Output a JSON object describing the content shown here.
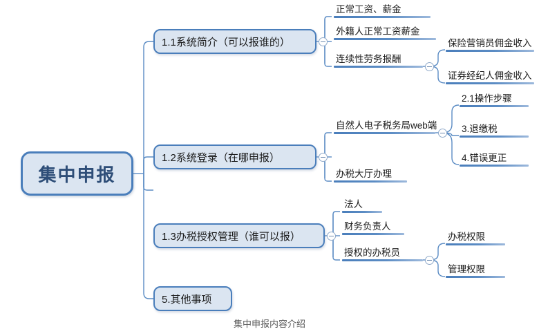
{
  "diagram": {
    "type": "mind-map",
    "caption": "集中申报内容介绍",
    "colors": {
      "node_fill": "#dbe5f1",
      "node_border": "#4a7ebb",
      "root_text": "#2e4e78",
      "link": "#4a7ebb",
      "caption_text": "#585858",
      "toggle_border": "#8fa9c9"
    },
    "root": {
      "label": "集中申报"
    },
    "branches": [
      {
        "label": "1.1系统简介（可以报谁的）",
        "collapse_icon": "collapse-minus-icon",
        "children": [
          {
            "label": "正常工资、薪金"
          },
          {
            "label": "外籍人正常工资薪金"
          },
          {
            "label": "连续性劳务报酬",
            "collapse_icon": "collapse-minus-icon",
            "children": [
              {
                "label": "保险营销员佣金收入"
              },
              {
                "label": "证券经纪人佣金收入"
              }
            ]
          }
        ]
      },
      {
        "label": "1.2系统登录（在哪申报）",
        "collapse_icon": "collapse-minus-icon",
        "children": [
          {
            "label": "自然人电子税务局web端",
            "collapse_icon": "collapse-minus-icon",
            "children": [
              {
                "label": "2.1操作步骤"
              },
              {
                "label": "3.退缴税"
              },
              {
                "label": "4.错误更正"
              }
            ]
          },
          {
            "label": "办税大厅办理"
          }
        ]
      },
      {
        "label": "1.3办税授权管理（谁可以报）",
        "collapse_icon": "collapse-minus-icon",
        "children": [
          {
            "label": "法人"
          },
          {
            "label": "财务负责人"
          },
          {
            "label": "授权的办税员",
            "collapse_icon": "collapse-minus-icon",
            "children": [
              {
                "label": "办税权限"
              },
              {
                "label": "管理权限"
              }
            ]
          }
        ]
      },
      {
        "label": "5.其他事项",
        "children": []
      }
    ]
  }
}
